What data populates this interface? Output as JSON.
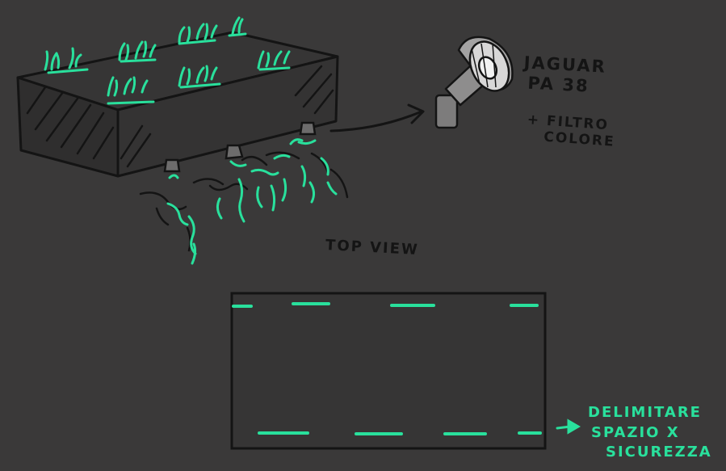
{
  "labels": {
    "lamp_line_1": "JAGUAR",
    "lamp_line_2": "PA 38",
    "filter_line_1": "+ FILTRO",
    "filter_line_2": "COLORE",
    "top_view": "TOP VIEW",
    "safety_line_1": "DELIMITARE",
    "safety_line_2": "SPAZIO X",
    "safety_line_3": "SICUREZZA"
  },
  "colors": {
    "background": "#3a3939",
    "ink": "#141414",
    "accent_green": "#29e09c",
    "lamp_gray": "#9a9a9a"
  },
  "icons": {
    "lamp": "spotlight-icon",
    "arrow": "arrow-right-icon"
  }
}
